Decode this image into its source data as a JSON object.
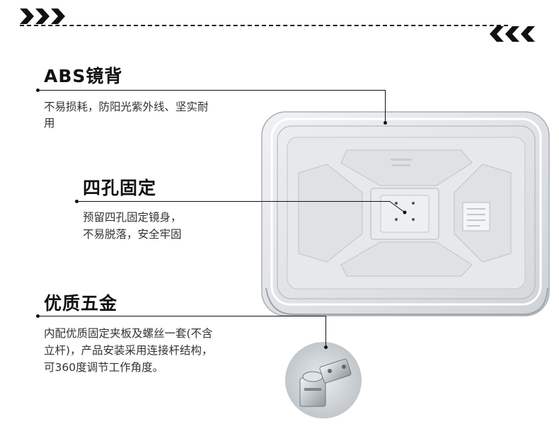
{
  "sections": [
    {
      "title": "ABS镜背",
      "body_lines": [
        "不易损耗，防阳光紫外线、坚实耐",
        "用"
      ]
    },
    {
      "title": "四孔固定",
      "body_lines": [
        "预留四孔固定镜身，",
        "不易脱落，安全牢固"
      ]
    },
    {
      "title": "优质五金",
      "body_lines": [
        "内配优质固定夹板及螺丝一套(不含",
        "立杆)，产品安装采用连接杆结构，",
        "可360度调节工作角度。"
      ]
    }
  ],
  "colors": {
    "accent": "#111111",
    "text": "#333333",
    "mirror_back": "#e4e6e8",
    "mirror_shadow": "#b9bdc1"
  },
  "icons": [
    "chevron-right-triple-icon",
    "chevron-left-triple-icon"
  ]
}
